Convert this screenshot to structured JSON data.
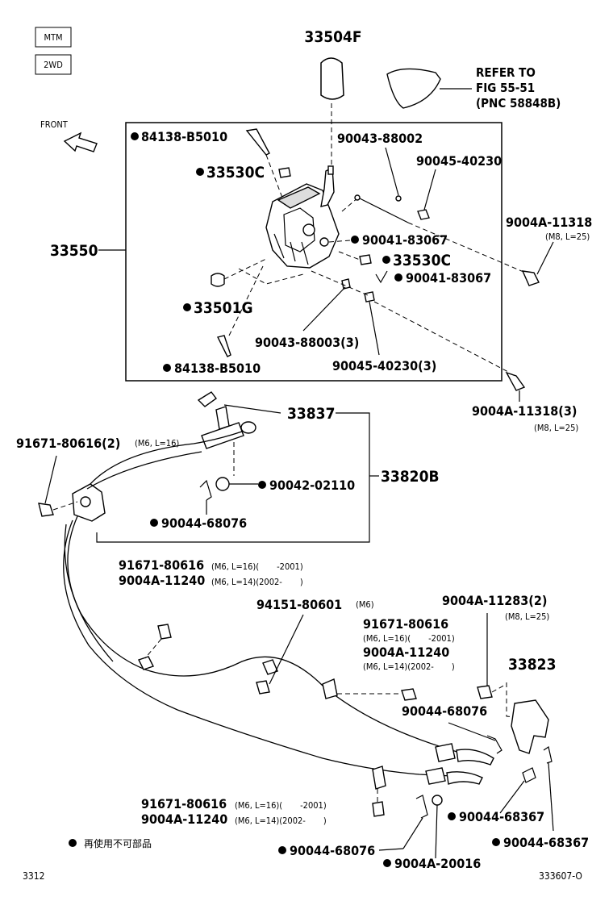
{
  "tags": [
    "MTM",
    "2WD"
  ],
  "front_label": "FRONT",
  "refer": {
    "line1": "REFER TO",
    "line2": "FIG 55-51",
    "line3": "(PNC 58848B)"
  },
  "parts": {
    "knob": "33504F",
    "shift_lever_assy": "33550",
    "bolt_top": "84138-B5010",
    "bushing_c_upper": "33530C",
    "pin_upper": "90043-88002",
    "nut_upper": "90045-40230",
    "bolt_m8_upper": "9004A-11318",
    "bolt_m8_upper_spec": "(M8, L=25)",
    "clip_upper": "90041-83067",
    "bushing_c_lower": "33530C",
    "clip_lower": "90041-83067",
    "bushing_g": "33501G",
    "pin_lower": "90043-88003(3)",
    "nut_lower": "90045-40230(3)",
    "bolt_bottom": "84138-B5010",
    "bolt_m8_lower": "9004A-11318(3)",
    "bolt_m8_lower_spec": "(M8, L=25)",
    "cable_end": "33837",
    "cable_assy": "33820B",
    "bolt_plate": "91671-80616(2)",
    "bolt_plate_spec": "(M6, L=16)",
    "washer": "90042-02110",
    "clip_upper_cable": "90044-68076",
    "bolt_a1": "91671-80616",
    "bolt_a1_spec": "(M6, L=16)(　　-2001)",
    "bolt_a2": "9004A-11240",
    "bolt_a2_spec": "(M6, L=14)(2002-　　)",
    "bolt_b": "94151-80601",
    "bolt_b_spec": "(M6)",
    "bolt_c1": "91671-80616",
    "bolt_c1_spec": "(M6, L=16)(　　-2001)",
    "bolt_c2": "9004A-11240",
    "bolt_c2_spec": "(M6, L=14)(2002-　　)",
    "bolt_bracket": "9004A-11283(2)",
    "bolt_bracket_spec": "(M8, L=25)",
    "bracket": "33823",
    "clip_mid": "90044-68076",
    "bolt_d1": "91671-80616",
    "bolt_d1_spec": "(M6, L=16)(　　-2001)",
    "bolt_d2": "9004A-11240",
    "bolt_d2_spec": "(M6, L=14)(2002-　　)",
    "clip_r1": "90044-68367",
    "clip_r2": "90044-68367",
    "clip_bottom": "90044-68076",
    "washer_bottom": "9004A-20016"
  },
  "legend": "再使用不可部品",
  "footer": {
    "page": "3312",
    "code": "333607-O"
  }
}
